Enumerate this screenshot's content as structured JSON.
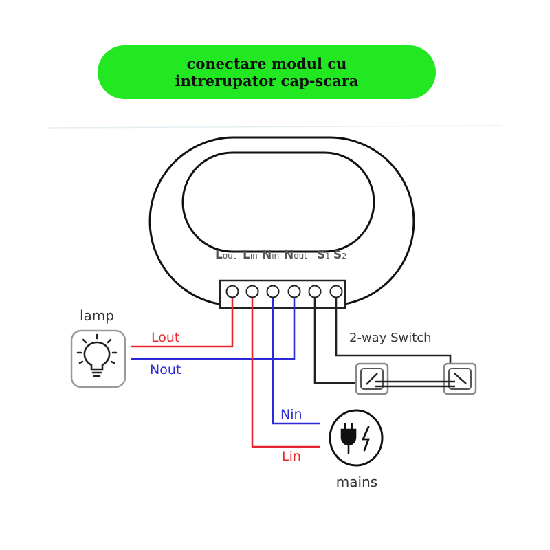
{
  "banner": {
    "line1": "conectare modul cu",
    "line2": "intrerupator cap-scara",
    "color": "#22e822"
  },
  "module": {
    "terminals": [
      {
        "main": "L",
        "sub": "out"
      },
      {
        "main": "L",
        "sub": "in"
      },
      {
        "main": "N",
        "sub": "in"
      },
      {
        "main": "N",
        "sub": "out"
      },
      {
        "main": "S",
        "sub": "1"
      },
      {
        "main": "S",
        "sub": "2"
      }
    ]
  },
  "labels": {
    "lamp": "lamp",
    "lout": "Lout",
    "nout": "Nout",
    "switch": "2-way Switch",
    "nin": "Nin",
    "lin": "Lin",
    "mains": "mains"
  },
  "colors": {
    "live": "#e8262e",
    "neutral": "#2a2ad6",
    "switch_wire": "#222222"
  },
  "icons": {
    "lamp": "lightbulb-icon",
    "mains": "plug-lightning-icon",
    "switch": "two-way-switch-icon"
  }
}
